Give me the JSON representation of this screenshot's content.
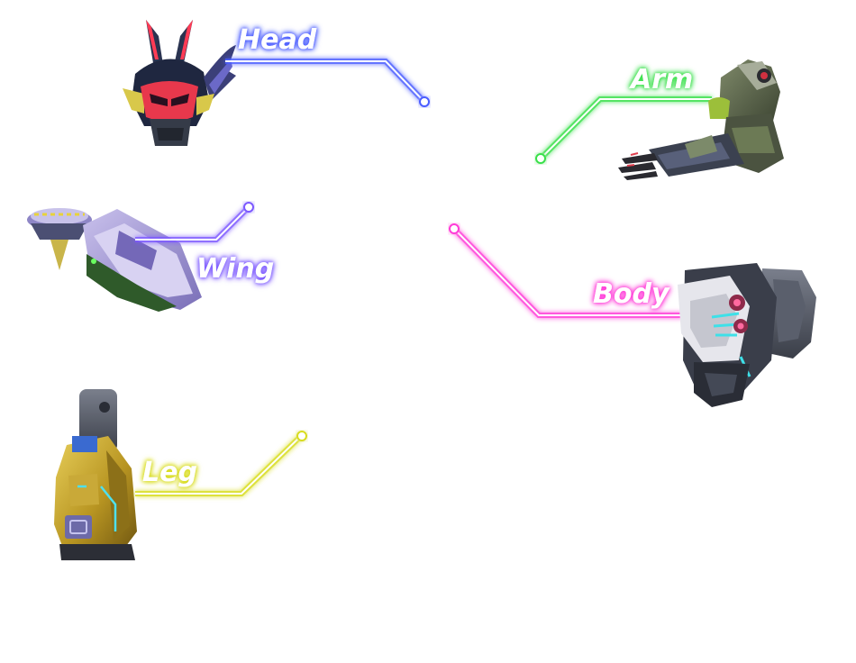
{
  "parts": {
    "head": {
      "label": "Head",
      "color": "#4a5cff",
      "icon": "mecha-head-icon"
    },
    "arm": {
      "label": "Arm",
      "color": "#39e04a",
      "icon": "mecha-arm-icon"
    },
    "wing": {
      "label": "Wing",
      "color": "#7b58ff",
      "icon": "mecha-wing-icon"
    },
    "body": {
      "label": "Body",
      "color": "#ff3ad8",
      "icon": "mecha-body-icon"
    },
    "leg": {
      "label": "Leg",
      "color": "#d8dc1c",
      "icon": "mecha-leg-icon"
    }
  }
}
